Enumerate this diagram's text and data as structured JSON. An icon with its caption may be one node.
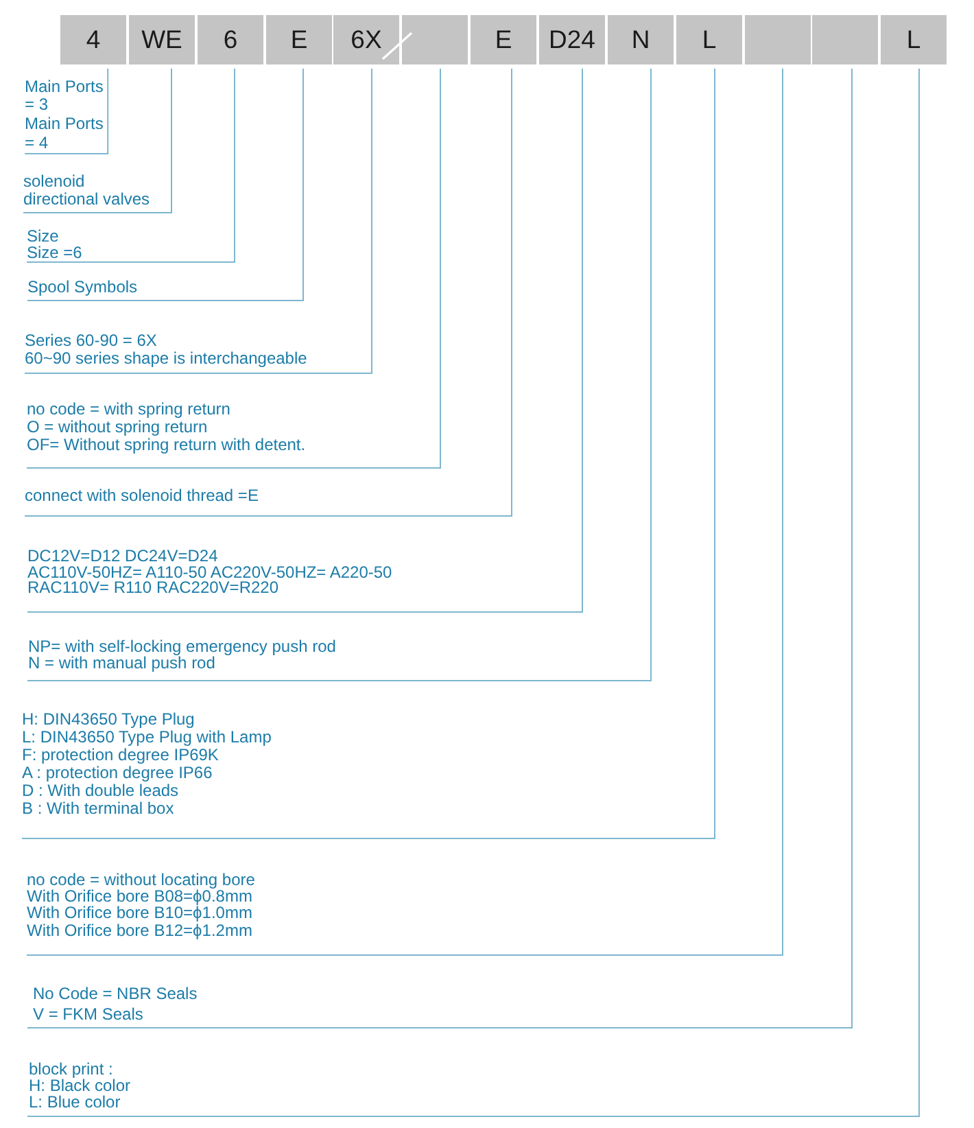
{
  "diagram": {
    "nodes": [
      {
        "text": [
          "4"
        ]
      },
      {
        "text": [
          "WE"
        ]
      },
      {
        "text": [
          "6"
        ]
      },
      {
        "text": [
          "E"
        ]
      },
      {
        "text": [
          "6X"
        ]
      },
      {
        "text": [],
        "shape": "box"
      },
      {
        "text": [
          "E"
        ]
      },
      {
        "text": [
          "D24"
        ]
      },
      {
        "text": [
          "N"
        ]
      },
      {
        "text": [
          "L"
        ]
      },
      {
        "text": [],
        "shape": "box"
      },
      {
        "text": [],
        "shape": "box"
      },
      {
        "text": [
          "L"
        ]
      },
      {
        "text": [
          "Main Ports = 3",
          "Main Ports = 4"
        ]
      },
      {
        "text": [
          "solenoid directional valves"
        ]
      },
      {
        "text": [
          "Size",
          "Size =6"
        ]
      },
      {
        "text": [
          "Spool Symbols"
        ]
      },
      {
        "text": [
          "Series 60-90 = 6X",
          "60~90 series shape is interchangeable"
        ]
      },
      {
        "text": [
          "no code = with spring return",
          "O = without spring return",
          "OF= Without spring return with detent."
        ]
      },
      {
        "text": [
          "connect with solenoid thread =E"
        ]
      },
      {
        "text": [
          "DC12V=D12 DC24V=D24",
          "AC110V-50HZ= A110-50 AC220V-50HZ= A220-50",
          "RAC110V= R110 RAC220V=R220"
        ]
      },
      {
        "text": [
          "NP= with self-locking emergency push rod",
          "N = with manual push rod"
        ]
      },
      {
        "text": [
          "H: DIN43650 Type Plug",
          "L: DIN43650 Type Plug with Lamp",
          "F: protection degree IP69K",
          "A : protection degree IP66",
          "D : With double leads",
          "B : With terminal box"
        ]
      },
      {
        "text": [
          "no code = without locating bore",
          "With Orifice bore B08=ϕ0.8mm",
          "With Orifice bore B10=ϕ1.0mm",
          "With Orifice bore B12=ϕ1.2mm"
        ]
      },
      {
        "text": [
          "No Code = NBR Seals",
          "V = FKM Seals"
        ]
      },
      {
        "text": [
          "block print :",
          "H: Black color",
          "L: Blue color"
        ]
      }
    ],
    "edges": [
      {
        "from": 13,
        "to": 0,
        "arrow": "none"
      },
      {
        "from": 14,
        "to": 1,
        "arrow": "none"
      },
      {
        "from": 15,
        "to": 2,
        "arrow": "none"
      },
      {
        "from": 16,
        "to": 3,
        "arrow": "none"
      },
      {
        "from": 17,
        "to": 4,
        "arrow": "none"
      },
      {
        "from": 18,
        "to": 5,
        "arrow": "none"
      },
      {
        "from": 19,
        "to": 6,
        "arrow": "none"
      },
      {
        "from": 20,
        "to": 7,
        "arrow": "none"
      },
      {
        "from": 21,
        "to": 8,
        "arrow": "none"
      },
      {
        "from": 22,
        "to": 9,
        "arrow": "none"
      },
      {
        "from": 23,
        "to": 10,
        "arrow": "none"
      },
      {
        "from": 24,
        "to": 11,
        "arrow": "none"
      },
      {
        "from": 25,
        "to": 12,
        "arrow": "none"
      }
    ]
  }
}
